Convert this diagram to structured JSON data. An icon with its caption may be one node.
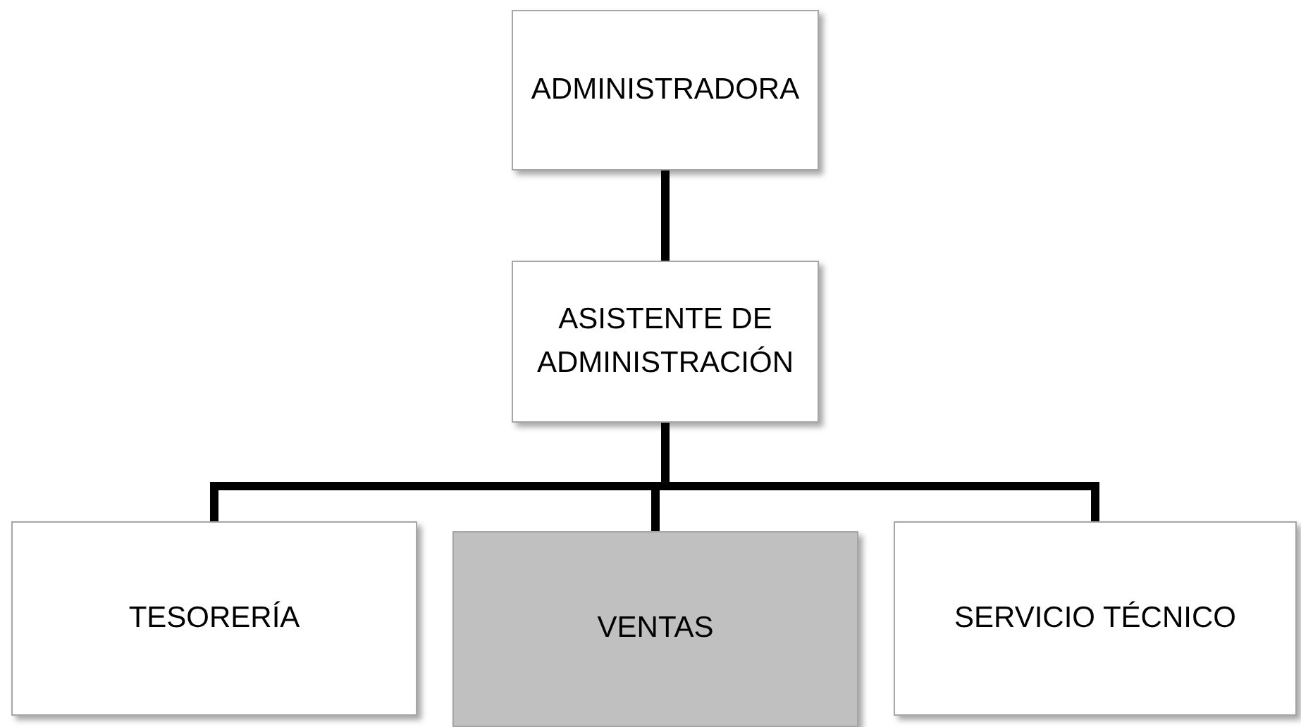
{
  "diagram": {
    "nodes": [
      {
        "text": [
          "ADMINISTRADORA"
        ]
      },
      {
        "text": [
          "ASISTENTE DE ADMINISTRACIÓN"
        ]
      },
      {
        "text": [
          "TESORERÍA"
        ]
      },
      {
        "text": [
          "VENTAS"
        ]
      },
      {
        "text": [
          "SERVICIO TÉCNICO"
        ]
      }
    ],
    "edges": [
      {
        "from": 0,
        "to": 1,
        "arrow": "none"
      },
      {
        "from": 1,
        "to": 2,
        "arrow": "none"
      },
      {
        "from": 1,
        "to": 3,
        "arrow": "none"
      },
      {
        "from": 1,
        "to": 4,
        "arrow": "none"
      }
    ]
  }
}
